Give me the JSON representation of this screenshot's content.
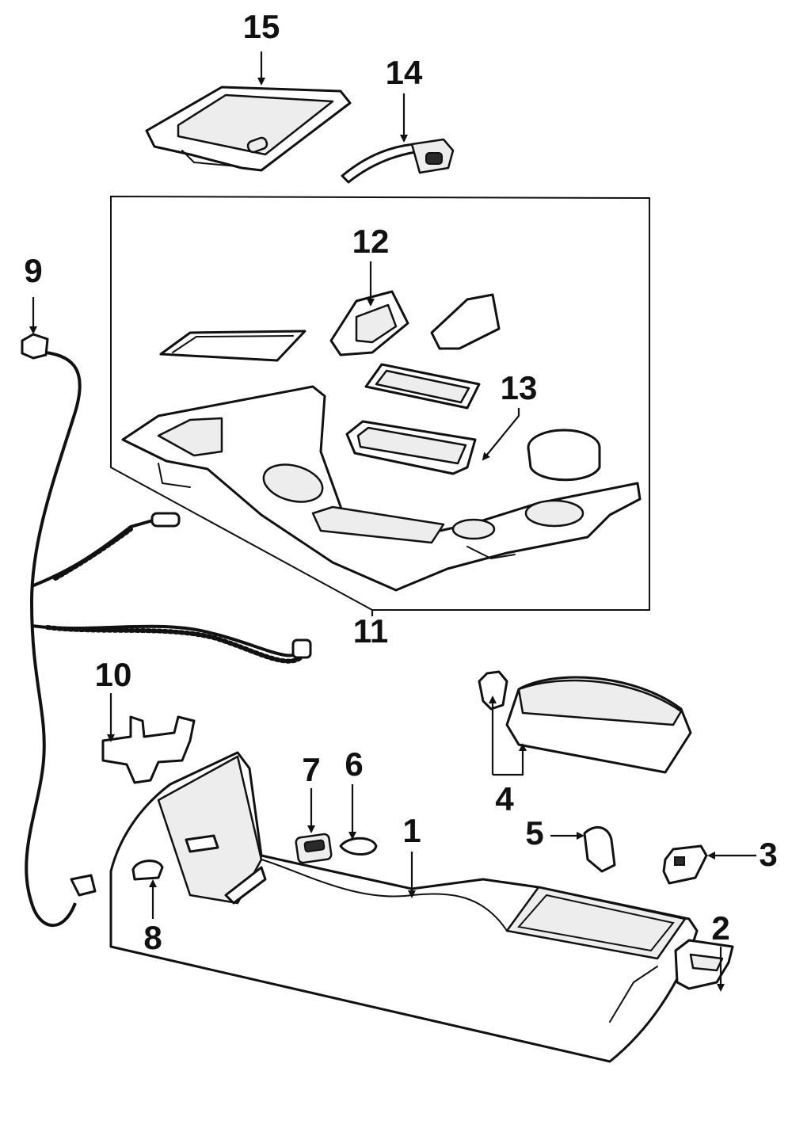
{
  "diagram": {
    "callouts": [
      {
        "id": "1",
        "text": "1"
      },
      {
        "id": "2",
        "text": "2"
      },
      {
        "id": "3",
        "text": "3"
      },
      {
        "id": "4",
        "text": "4"
      },
      {
        "id": "5",
        "text": "5"
      },
      {
        "id": "6",
        "text": "6"
      },
      {
        "id": "7",
        "text": "7"
      },
      {
        "id": "8",
        "text": "8"
      },
      {
        "id": "9",
        "text": "9"
      },
      {
        "id": "10",
        "text": "10"
      },
      {
        "id": "11",
        "text": "11"
      },
      {
        "id": "12",
        "text": "12"
      },
      {
        "id": "13",
        "text": "13"
      },
      {
        "id": "14",
        "text": "14"
      },
      {
        "id": "15",
        "text": "15"
      }
    ]
  },
  "colors": {
    "line": "#111111",
    "paper": "#ffffff",
    "fill": "#ededed"
  }
}
